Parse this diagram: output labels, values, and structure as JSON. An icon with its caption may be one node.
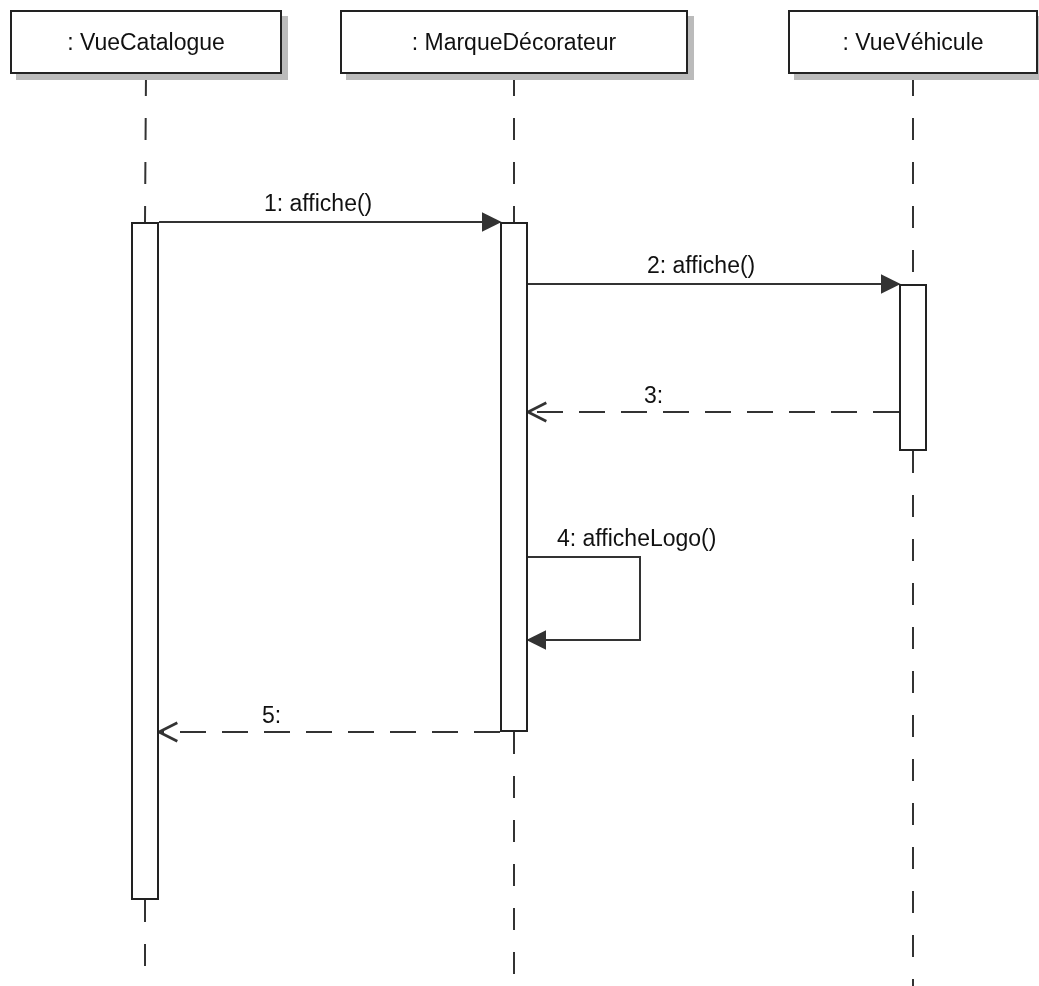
{
  "diagram": {
    "nodes": [
      {
        "text": [
          ": VueCatalogue"
        ]
      },
      {
        "text": [
          ": MarqueDécorateur"
        ]
      },
      {
        "text": [
          ": VueVéhicule"
        ]
      },
      {
        "text": [],
        "shape": "bar"
      },
      {
        "text": [],
        "shape": "bar"
      },
      {
        "text": [],
        "shape": "bar"
      }
    ],
    "edges": [
      {
        "from": 0,
        "to": 3,
        "arrow": "none",
        "style": "dashed"
      },
      {
        "from": 1,
        "to": 4,
        "arrow": "none",
        "style": "dashed"
      },
      {
        "from": 2,
        "to": 5,
        "arrow": "none",
        "style": "dashed"
      },
      {
        "from": 3,
        "to": 4,
        "arrow": "to",
        "label": "1: affiche()"
      },
      {
        "from": 4,
        "to": 5,
        "arrow": "to",
        "label": "2: affiche()"
      },
      {
        "from": 5,
        "to": 4,
        "arrow": "to",
        "label": "3:",
        "style": "dashed"
      },
      {
        "from": 4,
        "to": 4,
        "arrow": "to",
        "label": "4: afficheLogo()"
      },
      {
        "from": 4,
        "to": 3,
        "arrow": "to",
        "label": "5:",
        "style": "dashed"
      }
    ]
  }
}
